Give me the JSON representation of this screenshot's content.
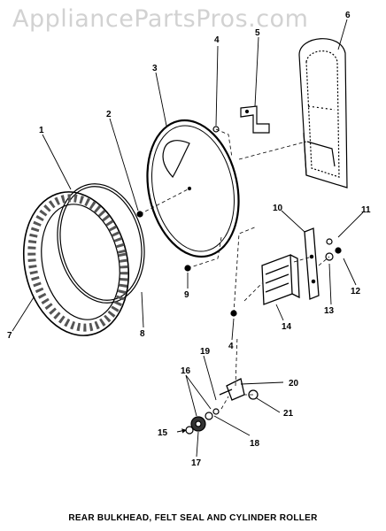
{
  "watermark": "AppliancePartsPros.com",
  "caption": "REAR BULKHEAD, FELT SEAL AND CYLINDER ROLLER",
  "callouts": [
    "1",
    "2",
    "3",
    "4",
    "5",
    "6",
    "7",
    "8",
    "9",
    "10",
    "11",
    "12",
    "13",
    "14",
    "15",
    "16",
    "17",
    "18",
    "19",
    "20",
    "21"
  ],
  "colors": {
    "ink": "#000000",
    "watermark": "#d2d2d2",
    "background": "#ffffff"
  }
}
